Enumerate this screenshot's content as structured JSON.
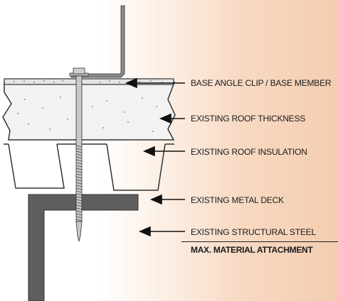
{
  "callouts": {
    "base_angle": "BASE ANGLE CLIP / BASE MEMBER",
    "roof_thickness": "EXISTING ROOF THICKNESS",
    "roof_insulation": "EXISTING ROOF INSULATION",
    "metal_deck": "EXISTING METAL DECK",
    "structural_steel": "EXISTING STRUCTURAL STEEL"
  },
  "footer_note": "MAX. MATERIAL ATTACHMENT",
  "colors": {
    "steel": "#5e5e5e",
    "roof_fill": "#f1f1f1",
    "background_accent": "#f4cdb0"
  }
}
